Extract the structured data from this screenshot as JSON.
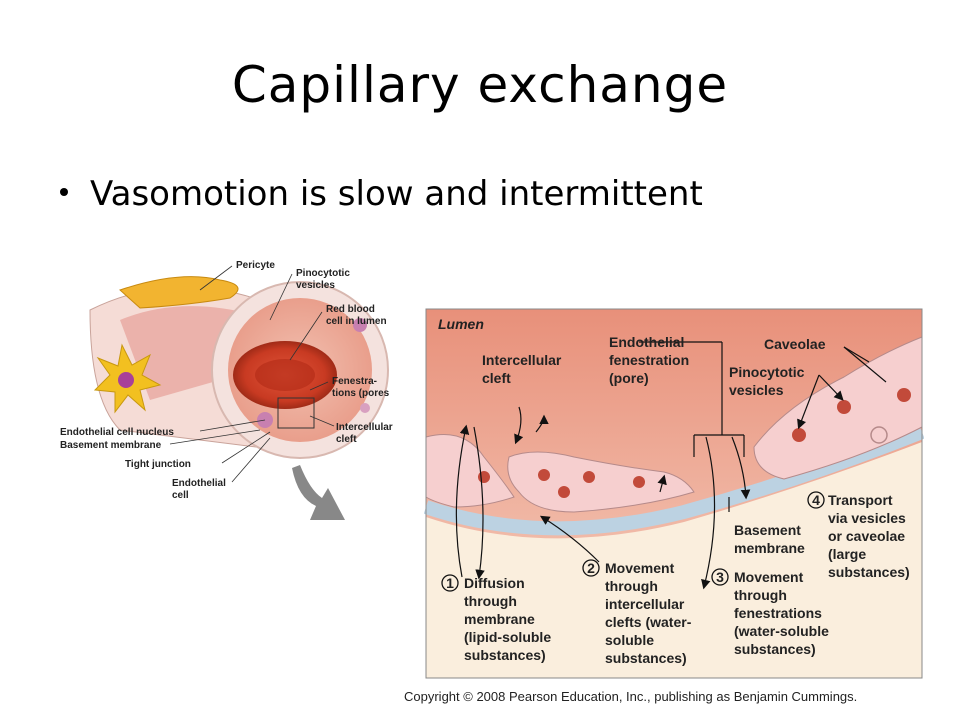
{
  "slide": {
    "title": "Capillary exchange",
    "bullet": "Vasomotion is slow and intermittent"
  },
  "left_diagram": {
    "labels": {
      "pericyte": "Pericyte",
      "pino_1": "Pinocytotic",
      "pino_2": "vesicles",
      "rbc_1": "Red blood",
      "rbc_2": "cell in lumen",
      "fen_1": "Fenestra-",
      "fen_2": "tions (pores",
      "cleft_1": "Intercellular",
      "cleft_2": "cleft",
      "nucleus": "Endothelial cell nucleus",
      "basement": "Basement membrane",
      "tight": "Tight junction",
      "endo_1": "Endothelial",
      "endo_2": "cell"
    }
  },
  "right_diagram": {
    "lumen": "Lumen",
    "cleft_1": "Intercellular",
    "cleft_2": "cleft",
    "fen_1": "Endothelial",
    "fen_2": "fenestration",
    "fen_3": "(pore)",
    "caveolae": "Caveolae",
    "pino_1": "Pinocytotic",
    "pino_2": "vesicles",
    "basement_1": "Basement",
    "basement_2": "membrane",
    "routes": [
      {
        "num": "1",
        "lines": [
          "Diffusion",
          "through",
          "membrane",
          "(lipid-soluble",
          "substances)"
        ]
      },
      {
        "num": "2",
        "lines": [
          "Movement",
          "through",
          "intercellular",
          "clefts (water-",
          "soluble",
          "substances)"
        ]
      },
      {
        "num": "3",
        "lines": [
          "Movement",
          "through",
          "fenestrations",
          "(water-soluble",
          "substances)"
        ]
      },
      {
        "num": "4",
        "lines": [
          "Transport",
          "via vesicles",
          "or caveolae",
          "(large",
          "substances)"
        ]
      }
    ]
  },
  "copyright": "Copyright © 2008 Pearson Education, Inc., publishing as Benjamin Cummings.",
  "colors": {
    "lumen_top": "#e8907a",
    "lumen_bottom": "#f6d3c3",
    "cell": "#f6cfcf",
    "rbc": "#c83a22",
    "membrane": "#bcd2e2",
    "interstitial": "#faeedd",
    "pericyte": "#f2b430"
  }
}
